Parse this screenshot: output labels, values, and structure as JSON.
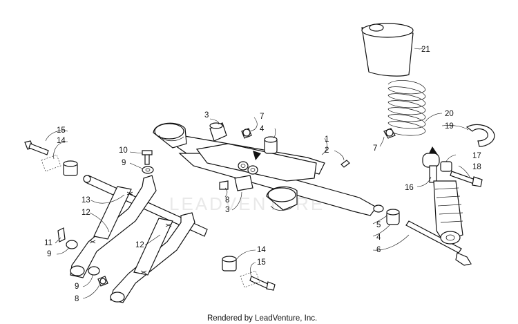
{
  "watermark": "LEADVENTURE",
  "credit": "Rendered by LeadVenture, Inc.",
  "callouts": {
    "c1": "1",
    "c2": "2",
    "c3a": "3",
    "c3b": "3",
    "c4a": "4",
    "c4b": "4",
    "c5": "5",
    "c6": "6",
    "c7a": "7",
    "c7b": "7",
    "c8a": "8",
    "c8b": "8",
    "c9a": "9",
    "c9b": "9",
    "c9c": "9",
    "c10": "10",
    "c11": "11",
    "c12a": "12",
    "c12b": "12",
    "c13": "13",
    "c14a": "14",
    "c14b": "14",
    "c15a": "15",
    "c15b": "15",
    "c16": "16",
    "c17": "17",
    "c18": "18",
    "c19": "19",
    "c20": "20",
    "c21": "21"
  }
}
